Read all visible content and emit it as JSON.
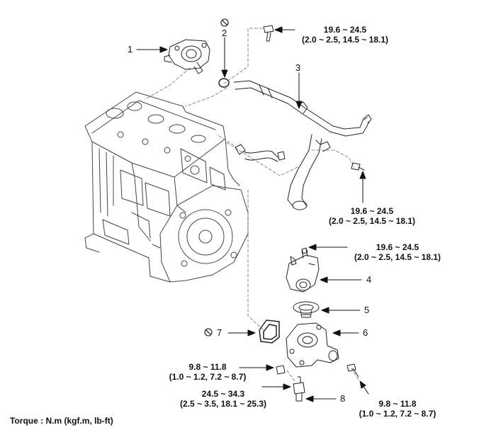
{
  "callouts": [
    "1",
    "2",
    "3",
    "4",
    "5",
    "6",
    "7",
    "8"
  ],
  "torques": {
    "t_top": [
      "19.6 ~ 24.5",
      "(2.0 ~ 2.5, 14.5 ~ 18.1)"
    ],
    "t_pipe": [
      "19.6 ~ 24.5",
      "(2.0 ~ 2.5, 14.5 ~ 18.1)"
    ],
    "t_housing": [
      "19.6 ~ 24.5",
      "(2.0 ~ 2.5, 14.5 ~ 18.1)"
    ],
    "t_left_bolt": [
      "9.8 ~ 11.8",
      "(1.0 ~ 1.2, 7.2 ~ 8.7)"
    ],
    "t_sensor": [
      "24.5 ~ 34.3",
      "(2.5 ~ 3.5, 18.1 ~ 25.3)"
    ],
    "t_right_bolt": [
      "9.8 ~ 11.8",
      "(1.0 ~ 1.2, 7.2 ~ 8.7)"
    ]
  },
  "footer": "Torque : N.m (kgf.m, lb-ft)",
  "icons": {
    "no_reuse": "prohibition-circle-icon"
  }
}
